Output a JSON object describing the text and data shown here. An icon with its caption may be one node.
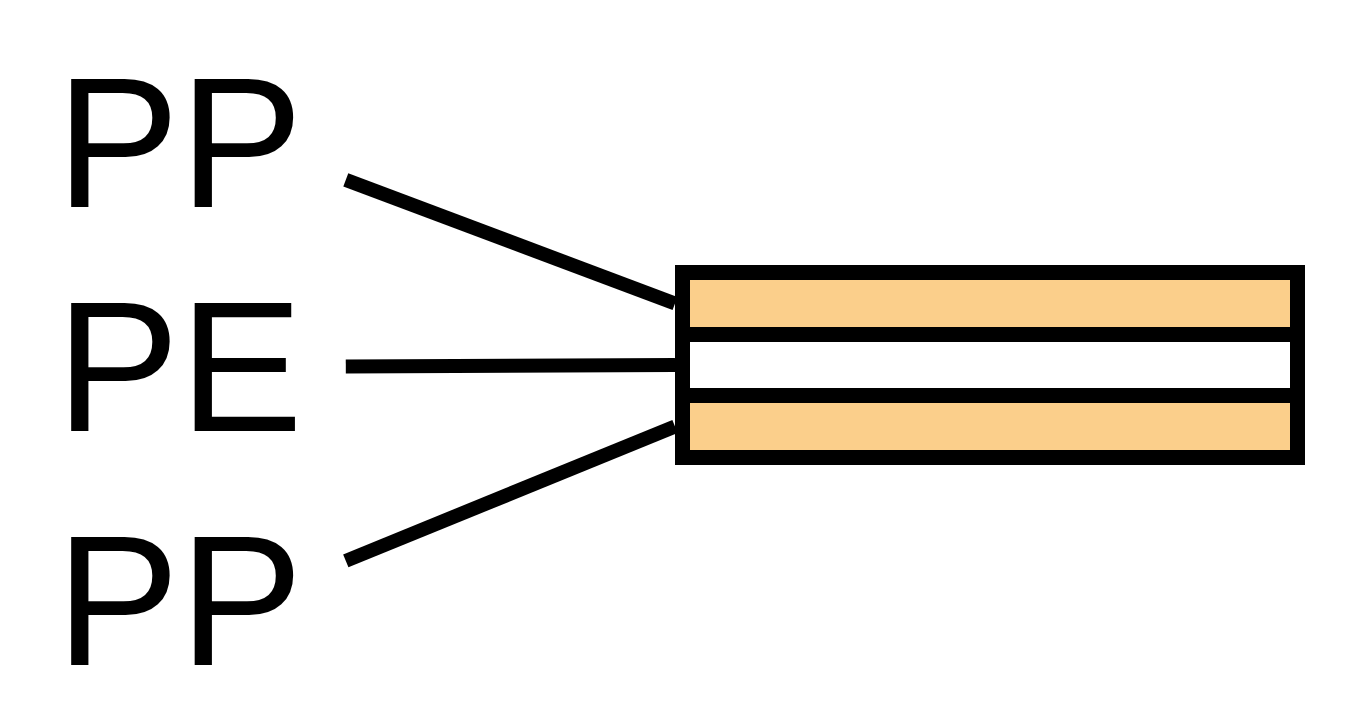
{
  "diagram": {
    "nodes": [
      {
        "text": [
          "PP"
        ]
      },
      {
        "text": [
          "PE"
        ]
      },
      {
        "text": [
          "PP"
        ]
      },
      {
        "text": [],
        "shape": "bar"
      },
      {
        "text": [],
        "shape": "bar"
      },
      {
        "text": [],
        "shape": "bar"
      }
    ],
    "edges": [
      {
        "from": 0,
        "to": 3,
        "arrow": "none"
      },
      {
        "from": 1,
        "to": 4,
        "arrow": "none"
      },
      {
        "from": 2,
        "to": 5,
        "arrow": "none"
      }
    ]
  }
}
